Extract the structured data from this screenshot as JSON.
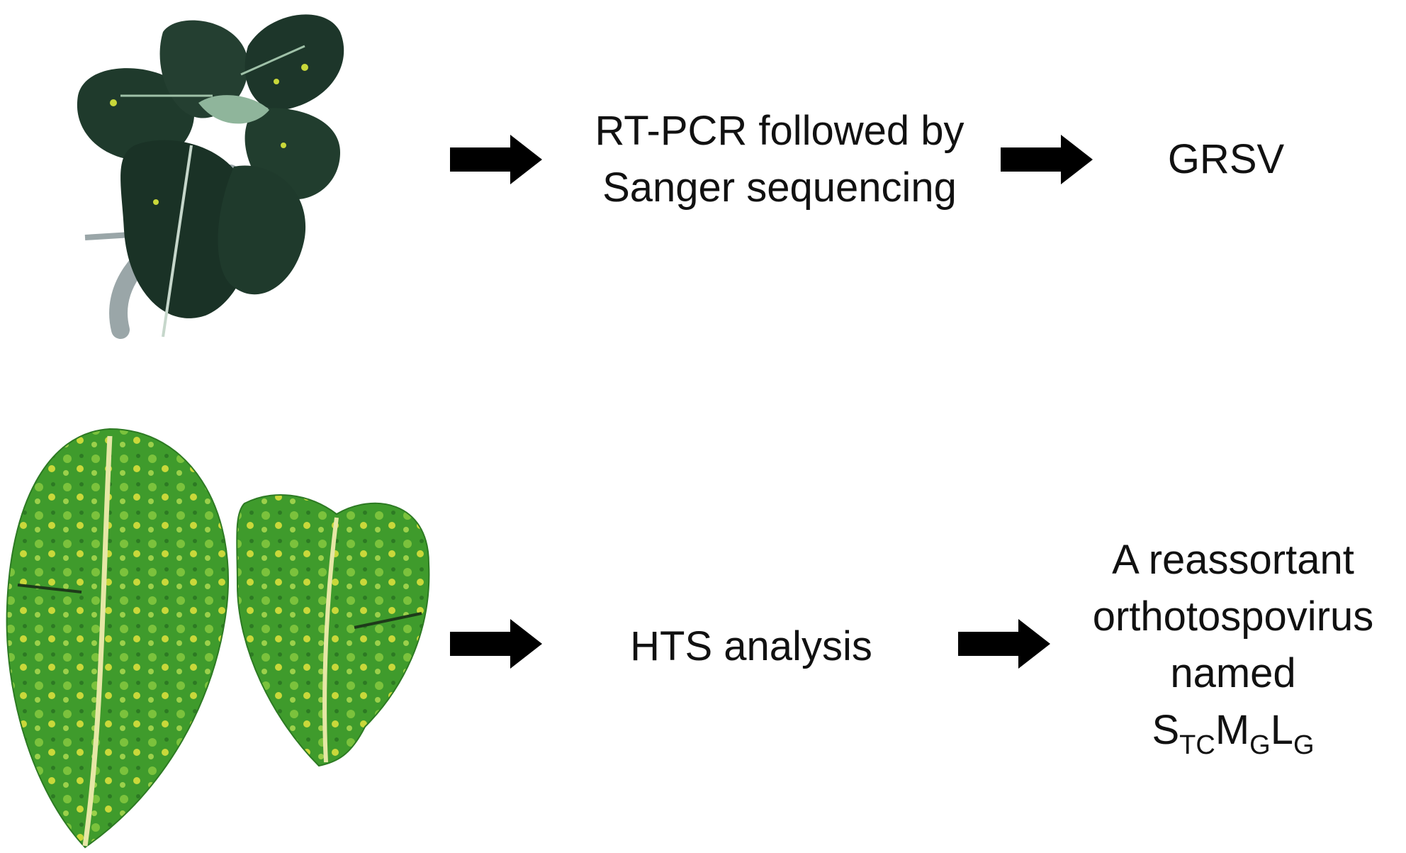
{
  "top_row": {
    "method_line1": "RT-PCR followed by",
    "method_line2": "Sanger sequencing",
    "result": "GRSV"
  },
  "bottom_row": {
    "method": "HTS analysis",
    "result_line1": "A reassortant",
    "result_line2": "orthotospovirus",
    "result_line3": "named",
    "formula": {
      "s": "S",
      "s_sub": "TC",
      "m": "M",
      "m_sub": "G",
      "l": "L",
      "l_sub": "G"
    }
  },
  "colors": {
    "arrow": "#000000",
    "text": "#111111",
    "plant_dark": "#1f3a2c",
    "leaf_green": "#3f9b2c",
    "leaf_yellow": "#c9d83a"
  }
}
